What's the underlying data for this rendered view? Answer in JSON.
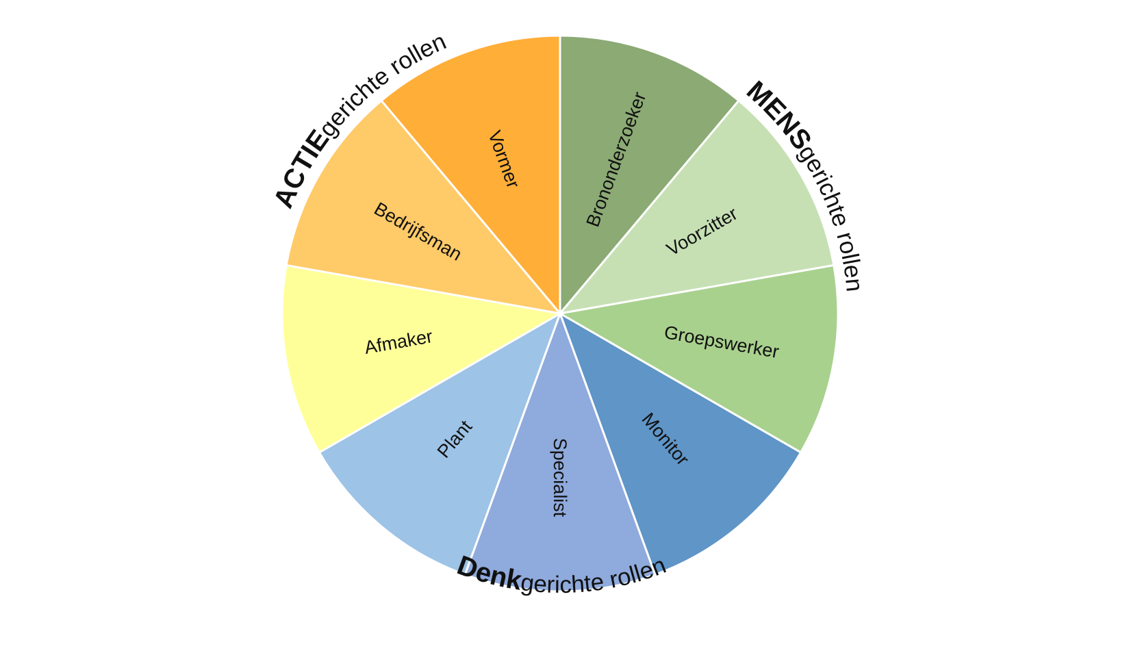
{
  "chart_data": {
    "type": "pie",
    "segments": [
      {
        "label": "Brononderzoeker",
        "value": 1,
        "color": "#8BAA74"
      },
      {
        "label": "Voorzitter",
        "value": 1,
        "color": "#C6E0B4"
      },
      {
        "label": "Groepswerker",
        "value": 1,
        "color": "#A9D18E"
      },
      {
        "label": "Monitor",
        "value": 1,
        "color": "#5F95C7"
      },
      {
        "label": "Specialist",
        "value": 1,
        "color": "#8FAADC"
      },
      {
        "label": "Plant",
        "value": 1,
        "color": "#9DC3E6"
      },
      {
        "label": "Afmaker",
        "value": 1,
        "color": "#FFFF99"
      },
      {
        "label": "Bedrijfsman",
        "value": 1,
        "color": "#FFCA68"
      },
      {
        "label": "Vormer",
        "value": 1,
        "color": "#FFAE38"
      }
    ],
    "groups": [
      {
        "bold": "MENS",
        "rest": "gerichte rollen"
      },
      {
        "bold": "Denk",
        "rest": "gerichte rollen"
      },
      {
        "bold": "ACTIE",
        "rest": "gerichte rollen"
      }
    ]
  }
}
